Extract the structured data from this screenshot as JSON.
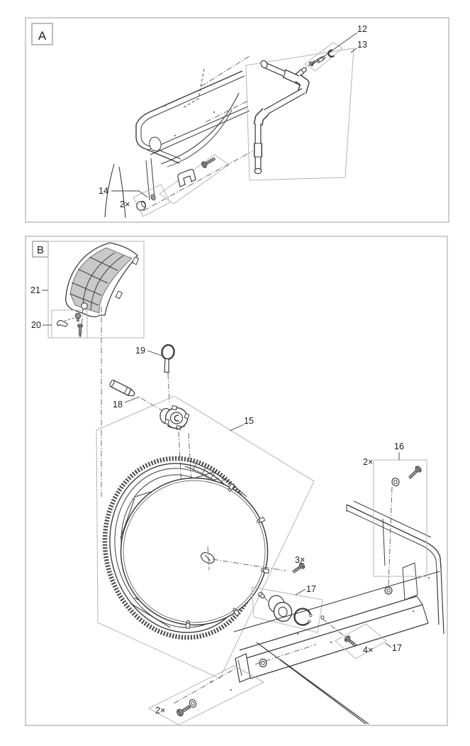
{
  "panel_a": {
    "tag": "A",
    "label_12": "12",
    "label_13": "13",
    "label_14": "14",
    "qty_plug": "2×"
  },
  "panel_b": {
    "tag": "B",
    "label_15": "15",
    "label_16": "16",
    "label_17_mid": "17",
    "label_17_rail": "17",
    "label_18": "18",
    "label_19": "19",
    "label_20": "20",
    "label_21": "21",
    "qty_16": "2×",
    "qty_disc": "3×",
    "qty_rail": "4×",
    "qty_bottom": "2×"
  },
  "colors": {
    "line": "#3d3d3d",
    "centerline": "#5a5a5a",
    "part_box": "#b5b5b5",
    "panel_border": "#c9c9c9",
    "mesh_fill": "#c9c9c9",
    "metal_fill": "#8f8f8f"
  }
}
